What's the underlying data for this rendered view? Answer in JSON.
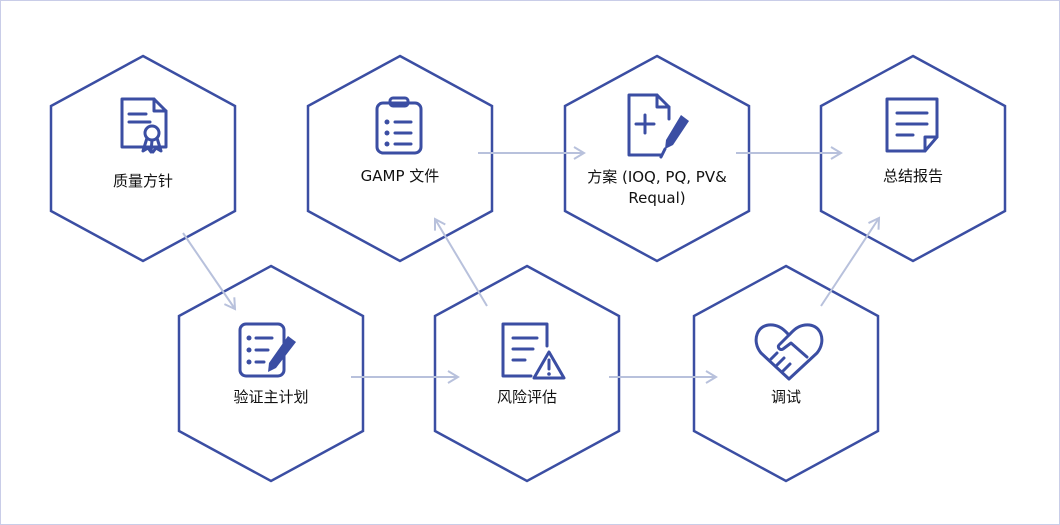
{
  "nodes": [
    {
      "id": "quality-policy",
      "label": "质量方针",
      "icon": "certificate-icon"
    },
    {
      "id": "gamp-docs",
      "label": "GAMP 文件",
      "icon": "clipboard-icon"
    },
    {
      "id": "protocol",
      "label": "方案 (IOQ, PQ, PV& Requal)",
      "icon": "document-add-pen-icon"
    },
    {
      "id": "summary-report",
      "label": "总结报告",
      "icon": "note-icon"
    },
    {
      "id": "validation-master-plan",
      "label": "验证主计划",
      "icon": "checklist-pen-icon"
    },
    {
      "id": "risk-assessment",
      "label": "风险评估",
      "icon": "document-warning-icon"
    },
    {
      "id": "debugging",
      "label": "调试",
      "icon": "handshake-icon"
    }
  ],
  "colors": {
    "hex_stroke": "#3b4ea3",
    "icon": "#3b4ea3",
    "arrow": "#b8c1dc",
    "text": "#111111"
  }
}
